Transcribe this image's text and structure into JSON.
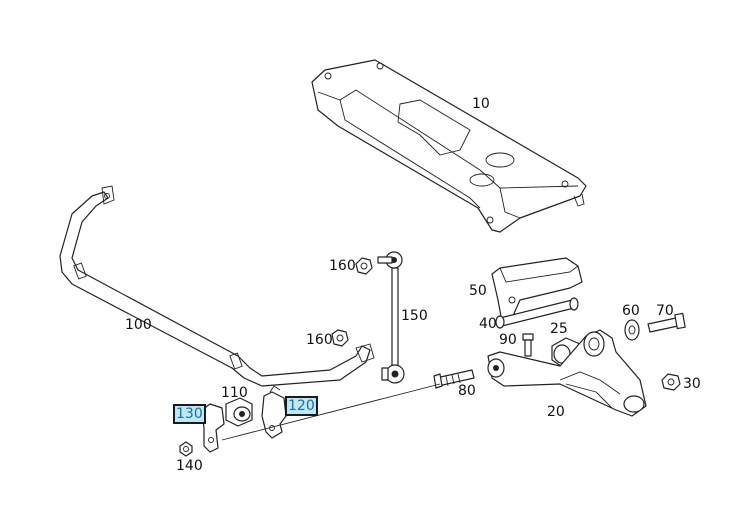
{
  "parts": [
    {
      "key": "p10",
      "label": "10",
      "highlighted": false
    },
    {
      "key": "p20",
      "label": "20",
      "highlighted": false
    },
    {
      "key": "p25",
      "label": "25",
      "highlighted": false
    },
    {
      "key": "p30",
      "label": "30",
      "highlighted": false
    },
    {
      "key": "p40",
      "label": "40",
      "highlighted": false
    },
    {
      "key": "p50",
      "label": "50",
      "highlighted": false
    },
    {
      "key": "p60",
      "label": "60",
      "highlighted": false
    },
    {
      "key": "p70",
      "label": "70",
      "highlighted": false
    },
    {
      "key": "p80",
      "label": "80",
      "highlighted": false
    },
    {
      "key": "p90",
      "label": "90",
      "highlighted": false
    },
    {
      "key": "p100",
      "label": "100",
      "highlighted": false
    },
    {
      "key": "p110",
      "label": "110",
      "highlighted": false
    },
    {
      "key": "p120",
      "label": "120",
      "highlighted": true
    },
    {
      "key": "p130",
      "label": "130",
      "highlighted": true
    },
    {
      "key": "p140",
      "label": "140",
      "highlighted": false
    },
    {
      "key": "p150",
      "label": "150",
      "highlighted": false
    },
    {
      "key": "p160a",
      "label": "160",
      "highlighted": false
    },
    {
      "key": "p160b",
      "label": "160",
      "highlighted": false
    }
  ],
  "colors": {
    "line": "#222222",
    "highlight": "#bfe6f5",
    "highlight_text": "#1c6f9c"
  }
}
